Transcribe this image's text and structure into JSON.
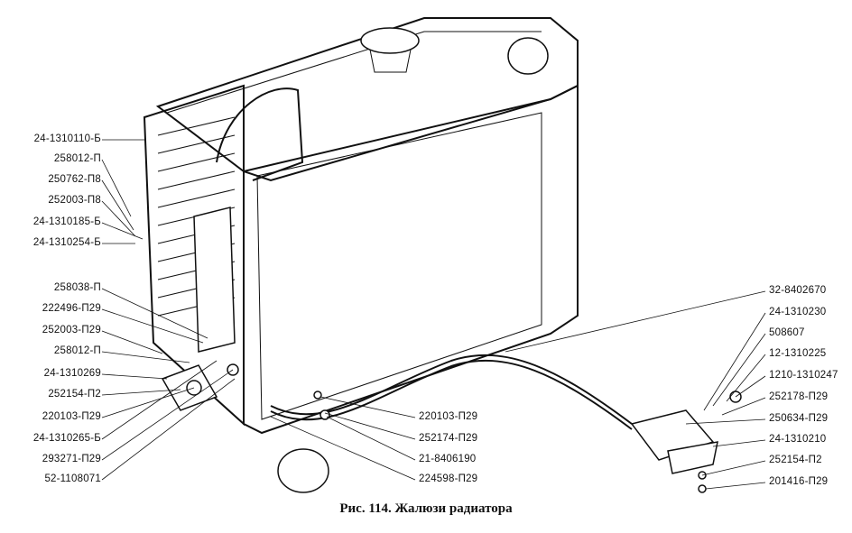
{
  "caption": "Рис. 114. Жалюзи радиатора",
  "labels_left": [
    "24-1310110-Б",
    "258012-П",
    "250762-П8",
    "252003-П8",
    "24-1310185-Б",
    "24-1310254-Б",
    "258038-П",
    "222496-П29",
    "252003-П29",
    "258012-П",
    "24-1310269",
    "252154-П2",
    "220103-П29",
    "24-1310265-Б",
    "293271-П29",
    "52-1108071"
  ],
  "labels_bottom": [
    "220103-П29",
    "252174-П29",
    "21-8406190",
    "224598-П29"
  ],
  "labels_right": [
    "32-8402670",
    "24-1310230",
    "508607",
    "12-1310225",
    "1210-1310247",
    "252178-П29",
    "250634-П29",
    "24-1310210",
    "252154-П2",
    "201416-П29"
  ]
}
